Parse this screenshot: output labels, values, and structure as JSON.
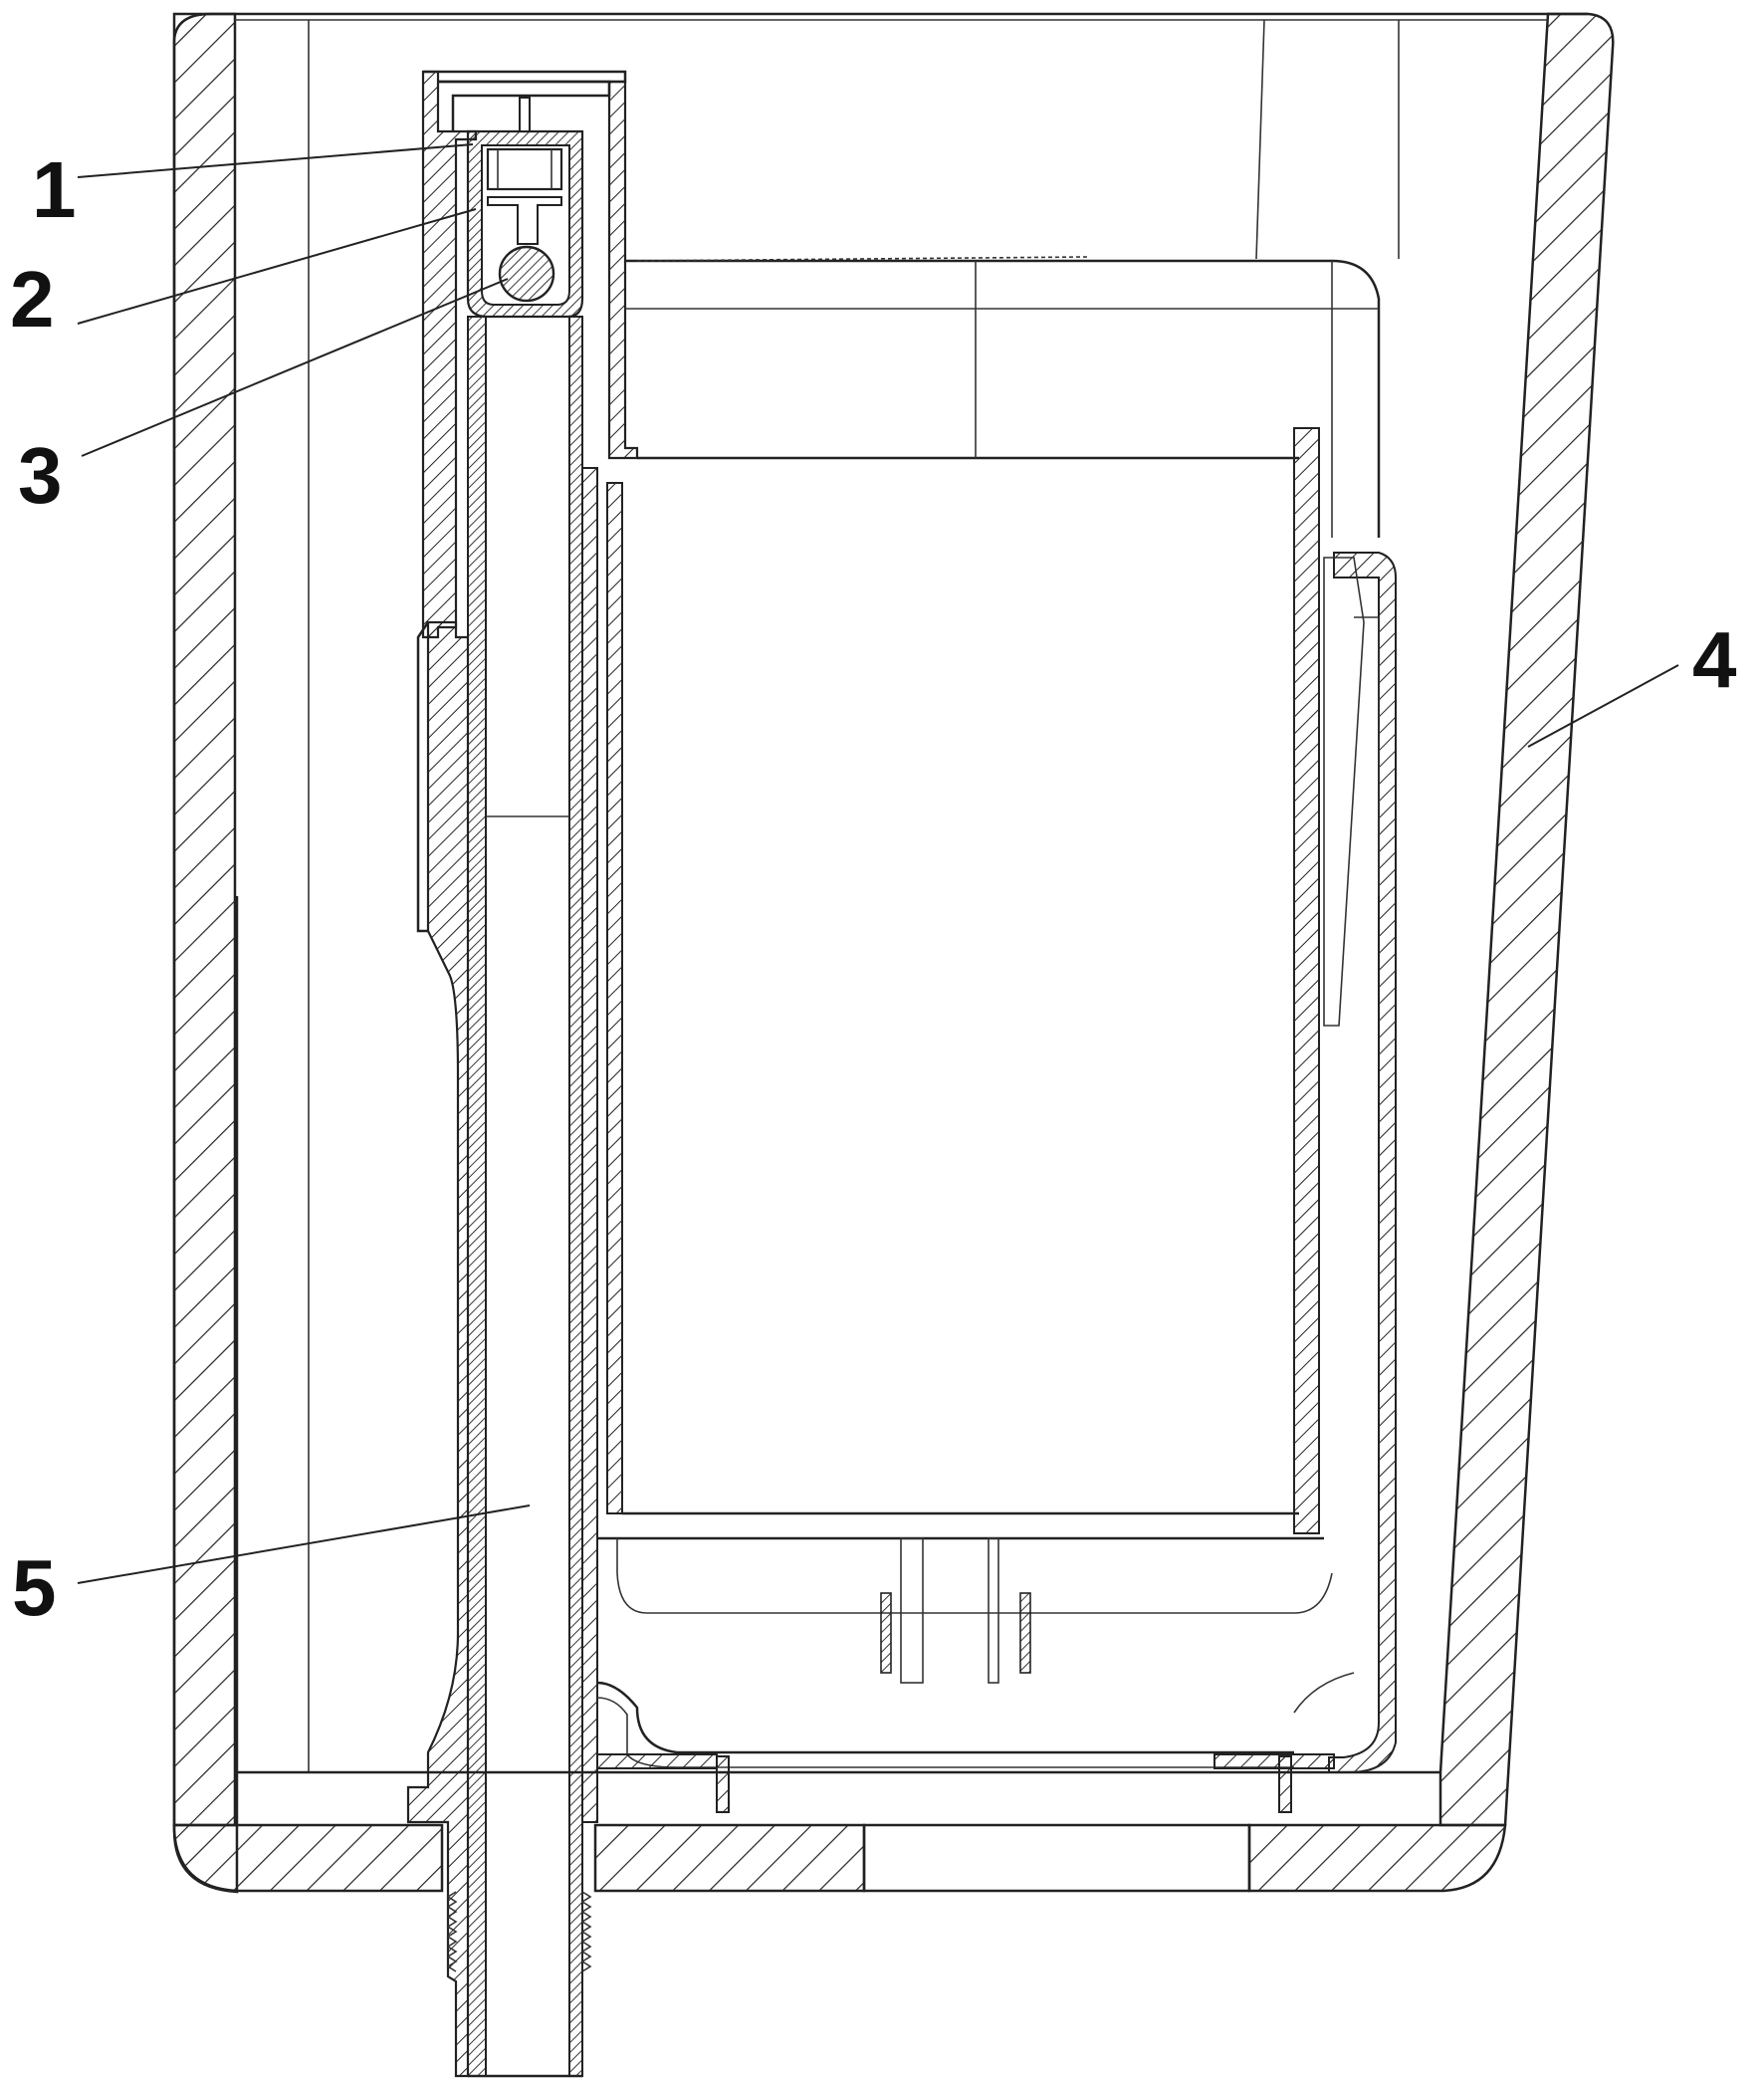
{
  "drawing": {
    "background": "#ffffff",
    "line_color": "#222222",
    "hatch": "diagonal",
    "labels": [
      {
        "id": "1",
        "text": "1"
      },
      {
        "id": "2",
        "text": "2"
      },
      {
        "id": "3",
        "text": "3"
      },
      {
        "id": "4",
        "text": "4"
      },
      {
        "id": "5",
        "text": "5"
      }
    ]
  }
}
